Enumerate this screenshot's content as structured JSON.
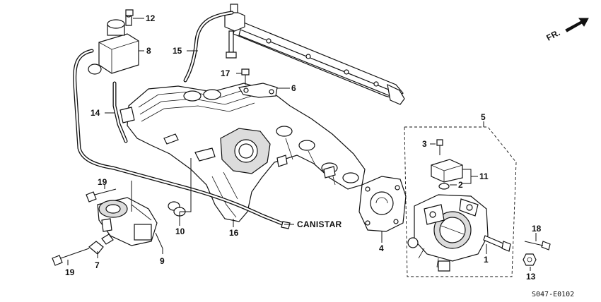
{
  "callouts": {
    "c1": "1",
    "c2": "2",
    "c3": "3",
    "c4": "4",
    "c5": "5",
    "c6": "6",
    "c7": "7",
    "c8": "8",
    "c9": "9",
    "c10": "10",
    "c11": "11",
    "c12": "12",
    "c13": "13",
    "c14": "14",
    "c15": "15",
    "c16": "16",
    "c17": "17",
    "c18": "18",
    "c19a": "19",
    "c19b": "19"
  },
  "labels": {
    "canister": "CANISTAR",
    "front": "FR.",
    "diagram_code": "S047-E0102"
  }
}
